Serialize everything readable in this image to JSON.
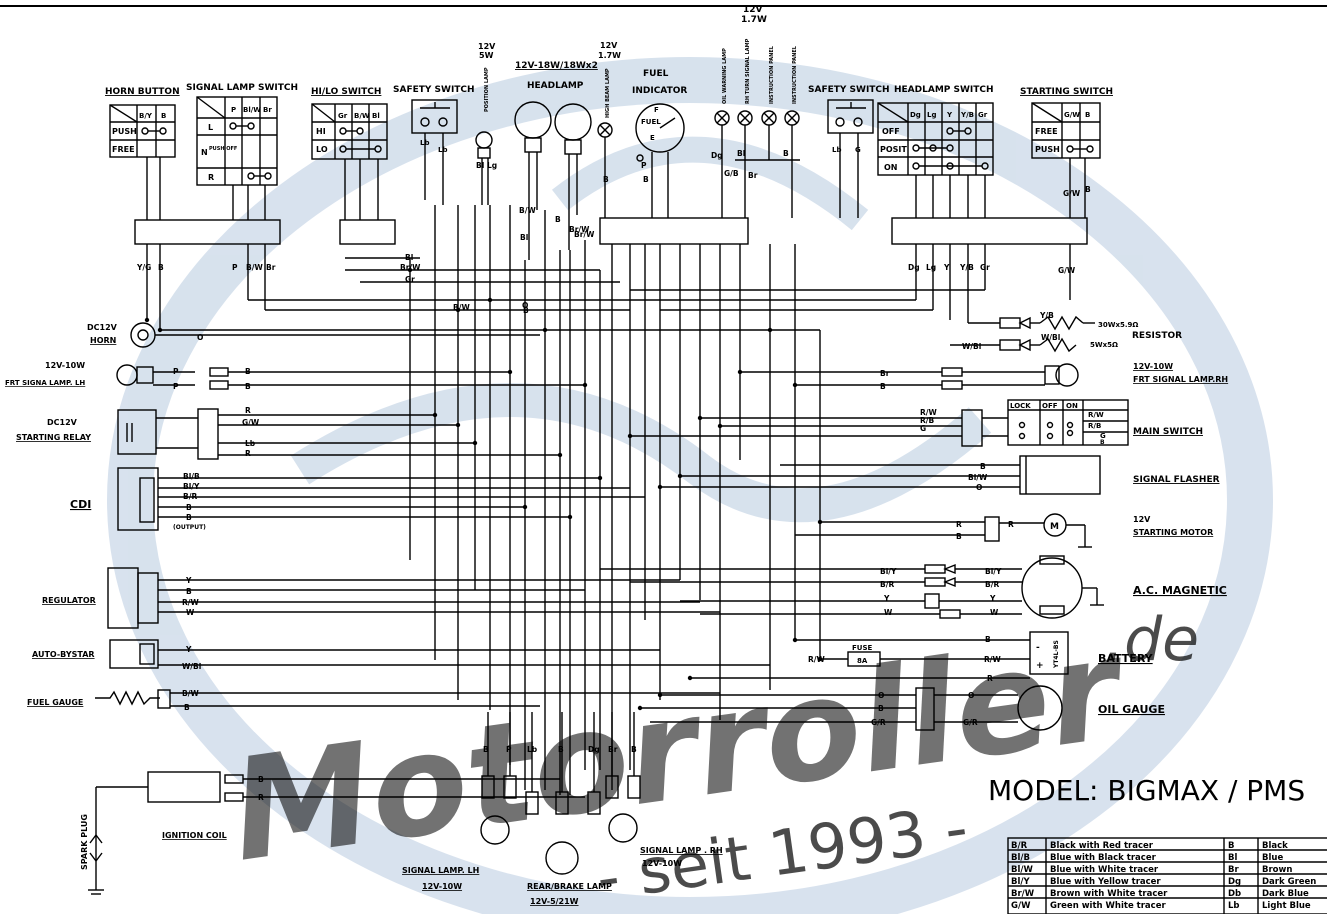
{
  "diagram": {
    "model": "MODEL:  BIGMAX  /  PMS",
    "watermark": {
      "brand": "Motorroller",
      "tld": ".de",
      "tagline": "- seit 1993 -"
    },
    "top_rating": {
      "volt": "12V",
      "watt": "1.7W"
    },
    "switches": {
      "horn_button": {
        "title": "HORN BUTTON",
        "rows": [
          {
            "label": "PUSH"
          },
          {
            "label": "FREE"
          }
        ],
        "cols": [
          "B/Y",
          "B"
        ]
      },
      "signal_lamp_switch": {
        "title": "SIGNAL LAMP SWITCH",
        "cols": [
          "P",
          "Bl/W",
          "Br"
        ],
        "rows": [
          {
            "label": "L"
          },
          {
            "label": "N",
            "sub": "PUSH OFF"
          },
          {
            "label": "R"
          }
        ]
      },
      "hilo_switch": {
        "title": "HI/LO SWITCH",
        "cols": [
          "Gr",
          "B/W",
          "Bl"
        ],
        "rows": [
          {
            "label": "HI"
          },
          {
            "label": "LO"
          }
        ]
      },
      "safety_switch_left": {
        "title": "SAFETY SWITCH",
        "wires": [
          "Lb",
          "Lb"
        ]
      },
      "safety_switch_right": {
        "title": "SAFETY SWITCH",
        "wires": [
          "Lb",
          "G"
        ]
      },
      "headlamp_switch": {
        "title": "HEADLAMP SWITCH",
        "cols": [
          "Dg",
          "Lg",
          "Y",
          "Y/B",
          "Gr"
        ],
        "rows": [
          {
            "label": "OFF"
          },
          {
            "label": "POSIT"
          },
          {
            "label": "ON"
          }
        ]
      },
      "starting_switch": {
        "title": "STARTING SWITCH",
        "cols": [
          "G/W",
          "B"
        ],
        "rows": [
          {
            "label": "FREE"
          },
          {
            "label": "PUSH"
          }
        ]
      }
    },
    "lamps": {
      "position_lamp": {
        "volt": "12V",
        "watt": "5W",
        "label": "POSITION LAMP"
      },
      "headlamp": {
        "rating": "12V-18W/18Wx2",
        "title": "HEADLAMP"
      },
      "high_beam": {
        "volt": "12V",
        "watt": "1.7W",
        "label": "HIGH BEAM LAMP"
      },
      "fuel_indicator": {
        "title": "FUEL",
        "title2": "INDICATOR",
        "inner": "FUEL",
        "f": "F",
        "e": "E"
      },
      "panel_lamps": [
        "OIL WARNING LAMP",
        "RH TURN SIGNAL LAMP",
        "INSTRUCTION PANEL",
        "INSTRUCTION PANEL"
      ]
    },
    "components": {
      "horn": {
        "volt": "DC12V",
        "label": "HORN"
      },
      "front_signal_lh": {
        "rating": "12V-10W",
        "label": "FRT SIGNA LAMP. LH"
      },
      "front_signal_rh": {
        "rating": "12V-10W",
        "label": "FRT SIGNAL LAMP.RH"
      },
      "starting_relay": {
        "volt": "DC12V",
        "label": "STARTING RELAY"
      },
      "cdi": {
        "label": "CDI",
        "output": "(OUTPUT)"
      },
      "regulator": {
        "label": "REGULATOR"
      },
      "auto_bystar": {
        "label": "AUTO-BYSTAR"
      },
      "fuel_gauge": {
        "label": "FUEL GAUGE"
      },
      "spark_plug": {
        "label": "SPARK PLUG"
      },
      "ignition_coil": {
        "label": "IGNITION COIL"
      },
      "resistor": {
        "label": "RESISTOR",
        "r1": "30Wx5.9Ω",
        "r2": "5Wx5Ω"
      },
      "main_switch": {
        "label": "MAIN SWITCH",
        "cols": [
          "LOCK",
          "OFF",
          "ON"
        ],
        "rows": [
          "R/W",
          "R/B",
          "G",
          "B"
        ]
      },
      "signal_flasher": {
        "label": "SIGNAL FLASHER"
      },
      "starting_motor": {
        "volt": "12V",
        "label": "STARTING MOTOR",
        "symbol": "M"
      },
      "ac_magnetic": {
        "label": "A.C. MAGNETIC"
      },
      "battery": {
        "label": "BATTERY",
        "fuse": "FUSE",
        "fuse_rating": "8A",
        "model": "YT4L-BS",
        "pos": "+",
        "neg": "-"
      },
      "oil_gauge": {
        "label": "OIL GAUGE"
      },
      "signal_lamp_lh": {
        "label": "SIGNAL LAMP. LH",
        "rating": "12V-10W"
      },
      "signal_lamp_rh": {
        "label": "SIGNAL LAMP . RH",
        "rating": "12V-10W"
      },
      "rear_brake_lamp": {
        "label": "REAR/BRAKE LAMP",
        "rating": "12V-5/21W"
      }
    },
    "wire_labels": {
      "horn": [
        "Y/G",
        "B",
        "O"
      ],
      "sig_sw": [
        "P",
        "B/W",
        "Br"
      ],
      "hilo_bus": [
        "Bl",
        "Br/W",
        "Gr"
      ],
      "frt_lh": [
        "P",
        "P",
        "B",
        "B"
      ],
      "relay": [
        "R",
        "G/W",
        "Lb",
        "R"
      ],
      "cdi": [
        "Bl/B",
        "Bl/Y",
        "B/R",
        "B",
        "B"
      ],
      "regulator": [
        "Y",
        "B",
        "R/W",
        "W"
      ],
      "auto": [
        "Y",
        "W/Bl"
      ],
      "fuel_gauge": [
        "B/W",
        "B"
      ],
      "ign_coil": [
        "B",
        "R"
      ],
      "bottom": [
        "B",
        "P",
        "Lb",
        "B",
        "Dg",
        "Br",
        "B"
      ],
      "top_misc": [
        "Bl",
        "Lg",
        "Bl",
        "B/W",
        "O",
        "B/W",
        "B",
        "Br/W",
        "B",
        "P",
        "B",
        "B",
        "Dg",
        "G/B",
        "Br",
        "Bl",
        "Br/W",
        "B"
      ],
      "hl_bus": [
        "Dg",
        "Lg",
        "Y",
        "Y/B",
        "Gr"
      ],
      "start_bus": [
        "G/W",
        "B",
        "G/W"
      ],
      "resistor": [
        "Y/B",
        "W/Bl",
        "W/Bl"
      ],
      "frt_rh": [
        "Br",
        "B"
      ],
      "main_sw": [
        "R/W",
        "R/B",
        "G"
      ],
      "flasher": [
        "B",
        "Bl/W",
        "O"
      ],
      "motor": [
        "R",
        "B",
        "R"
      ],
      "acmag": [
        "Bl/Y",
        "B/R",
        "Y",
        "W",
        "Bl/Y",
        "B/R",
        "Y",
        "W"
      ],
      "battery": [
        "R/W",
        "R/W",
        "B",
        "R"
      ],
      "oil": [
        "O",
        "B",
        "G/R",
        "O",
        "G/R"
      ]
    },
    "legend": [
      {
        "code": "B/R",
        "desc": "Black with Red tracer",
        "code2": "B",
        "desc2": "Black"
      },
      {
        "code": "Bl/B",
        "desc": "Blue with Black tracer",
        "code2": "Bl",
        "desc2": "Blue"
      },
      {
        "code": "Bl/W",
        "desc": "Blue with White tracer",
        "code2": "Br",
        "desc2": "Brown"
      },
      {
        "code": "Bl/Y",
        "desc": "Blue with Yellow tracer",
        "code2": "Dg",
        "desc2": "Dark Green"
      },
      {
        "code": "Br/W",
        "desc": "Brown with White tracer",
        "code2": "Db",
        "desc2": "Dark Blue"
      },
      {
        "code": "G/W",
        "desc": "Green with White tracer",
        "code2": "Lb",
        "desc2": "Light Blue"
      }
    ],
    "colors": {
      "ink": "#000000",
      "watermark": "#b8cbe0",
      "watermark_text": "#8f8f8f",
      "paper": "#ffffff"
    }
  }
}
